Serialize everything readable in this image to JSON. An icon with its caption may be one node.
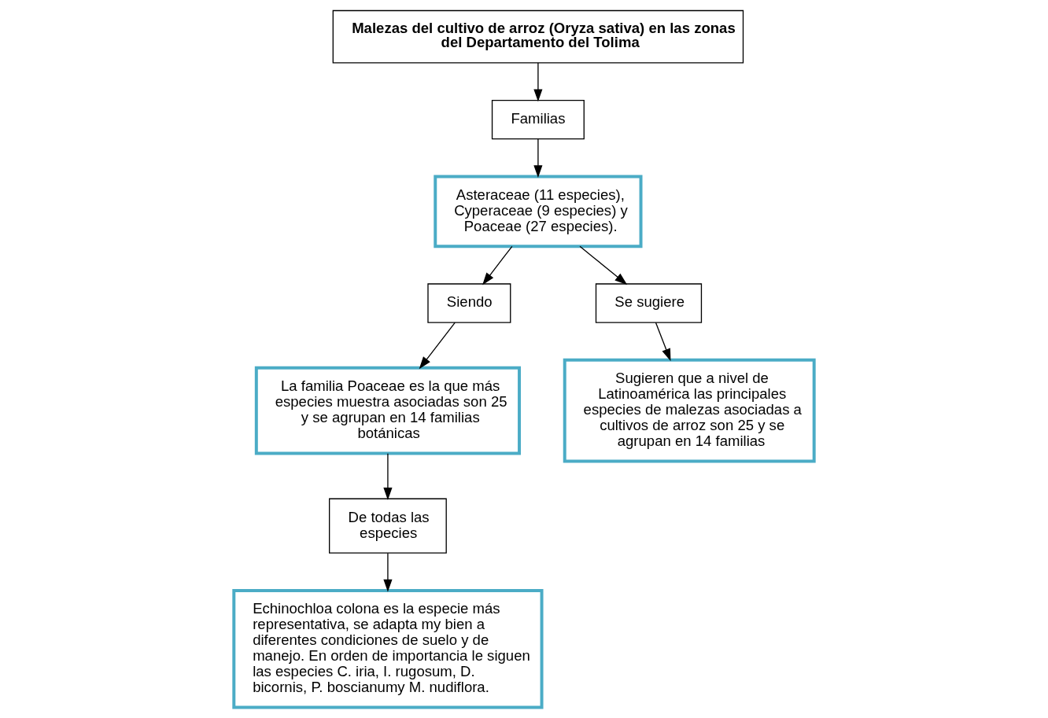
{
  "diagram": {
    "nodes": [
      {
        "text": [
          "Malezas del cultivo de arroz (Oryza sativa) en las zonas del Departamento del Tolima"
        ]
      },
      {
        "text": [
          "Familias"
        ]
      },
      {
        "text": [
          "Asteraceae (11 especies), Cyperaceae (9 especies) y Poaceae (27 especies)."
        ]
      },
      {
        "text": [
          "Siendo"
        ]
      },
      {
        "text": [
          "Se sugiere"
        ]
      },
      {
        "text": [
          "La familia Poaceae es la que más especies muestra asociadas son 25 y se agrupan en 14 familias botánicas"
        ]
      },
      {
        "text": [
          "De todas las especies"
        ]
      },
      {
        "text": [
          "Sugieren que a nivel de Latinoamérica las principales especies de malezas asociadas a cultivos de arroz son 25 y se agrupan en 14 familias"
        ]
      },
      {
        "text": [
          "Echinochloa colona es la especie más representativa, se adapta my bien a diferentes condiciones de suelo y de manejo. En orden de importancia le siguen las especies C. iria, I. rugosum, D. bicornis, P. boscianumy M. nudiflora."
        ]
      }
    ],
    "edges": [
      {
        "from": 0,
        "to": 1,
        "arrow": "to"
      },
      {
        "from": 1,
        "to": 2,
        "arrow": "to"
      },
      {
        "from": 2,
        "to": 3,
        "arrow": "to"
      },
      {
        "from": 2,
        "to": 4,
        "arrow": "to"
      },
      {
        "from": 3,
        "to": 5,
        "arrow": "to"
      },
      {
        "from": 4,
        "to": 7,
        "arrow": "to"
      },
      {
        "from": 5,
        "to": 6,
        "arrow": "to"
      },
      {
        "from": 6,
        "to": 8,
        "arrow": "to"
      }
    ]
  }
}
